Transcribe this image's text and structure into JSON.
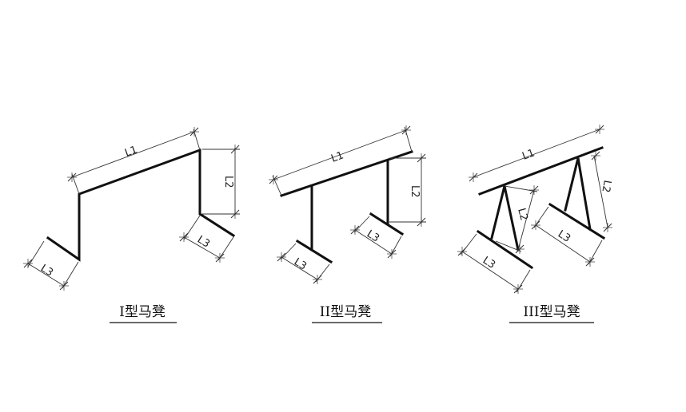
{
  "labels": {
    "l1": "L1",
    "l2": "L2",
    "l3": "L3"
  },
  "captions": [
    "I型马凳",
    "II型马凳",
    "III型马凳"
  ],
  "colors": {
    "line": "#111111",
    "background": "#ffffff"
  }
}
